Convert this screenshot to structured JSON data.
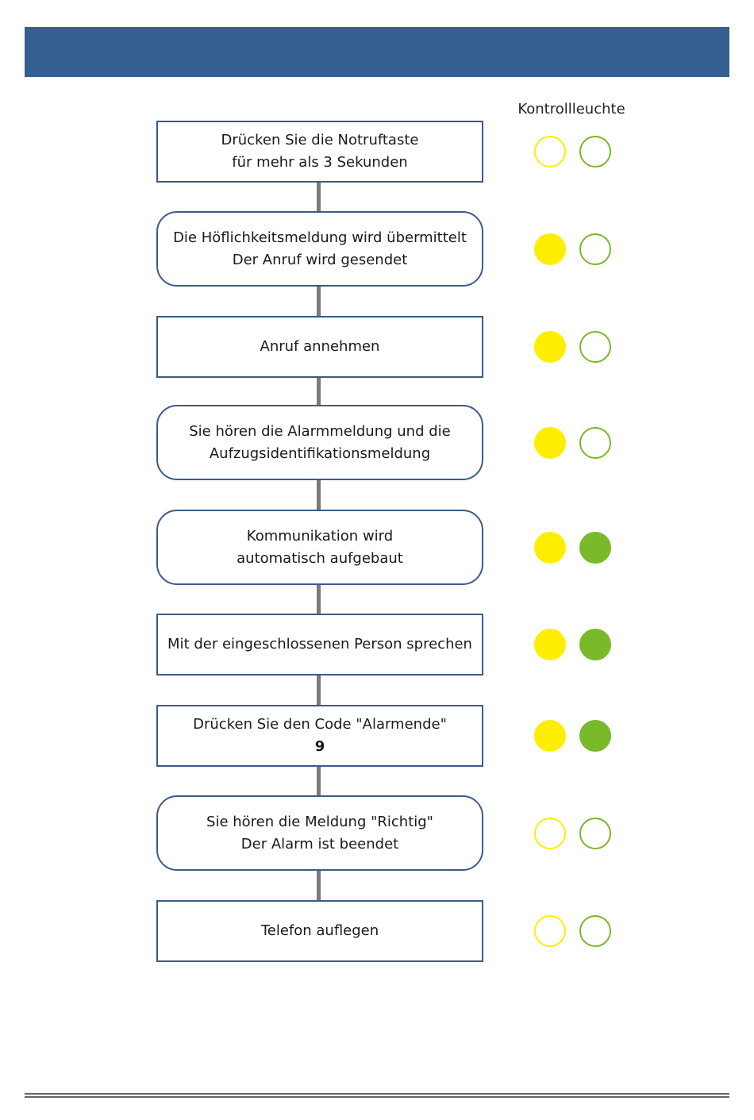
{
  "legend": {
    "title": "Kontrollleuchte"
  },
  "colors": {
    "header": "#365f91",
    "box_border": "#3d5a8a",
    "yellow": "#ffee00",
    "green": "#7ab929",
    "connector": "#7a7a7a"
  },
  "steps": [
    {
      "shape": "rect",
      "lines": [
        "Drücken Sie die Notruftaste",
        "für mehr als 3 Sekunden"
      ],
      "yellow": false,
      "green": false
    },
    {
      "shape": "rounded",
      "lines": [
        "Die Höflichkeitsmeldung wird übermittelt",
        "Der Anruf wird gesendet"
      ],
      "yellow": true,
      "green": false
    },
    {
      "shape": "rect",
      "lines": [
        "Anruf annehmen"
      ],
      "yellow": true,
      "green": false
    },
    {
      "shape": "rounded",
      "lines": [
        "Sie hören die Alarmmeldung und die",
        "Aufzugsidentifikationsmeldung"
      ],
      "yellow": true,
      "green": false
    },
    {
      "shape": "rounded",
      "lines": [
        "Kommunikation wird",
        "automatisch aufgebaut"
      ],
      "yellow": true,
      "green": true
    },
    {
      "shape": "rect",
      "lines": [
        "Mit der eingeschlossenen Person sprechen"
      ],
      "yellow": true,
      "green": true
    },
    {
      "shape": "rect",
      "lines": [
        "Drücken Sie den Code \"Alarmende\""
      ],
      "code": "9",
      "yellow": true,
      "green": true
    },
    {
      "shape": "rounded",
      "lines": [
        "Sie hören die Meldung \"Richtig\"",
        "Der Alarm ist beendet"
      ],
      "yellow": false,
      "green": false
    },
    {
      "shape": "rect",
      "lines": [
        "Telefon auflegen"
      ],
      "yellow": false,
      "green": false
    }
  ]
}
